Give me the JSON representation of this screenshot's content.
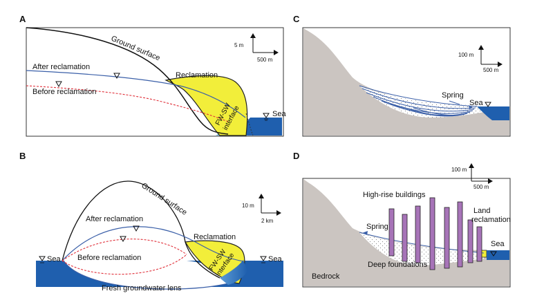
{
  "panels": {
    "A": {
      "letter": "A",
      "ground_surface": "Ground surface",
      "after": "After reclamation",
      "before": "Before reclamation",
      "reclamation": "Reclamation",
      "interface": [
        "FW-SW",
        "interface"
      ],
      "sea": "Sea",
      "scale_v": "5 m",
      "scale_h": "500 m"
    },
    "B": {
      "letter": "B",
      "ground_surface": "Ground surface",
      "after": "After reclamation",
      "before": "Before reclamation",
      "reclamation": "Reclamation",
      "interface": [
        "FW-SW",
        "interface"
      ],
      "sea_left": "Sea",
      "sea_right": "Sea",
      "lens": "Fresh groundwater lens",
      "scale_v": "10 m",
      "scale_h": "2 km"
    },
    "C": {
      "letter": "C",
      "spring": "Spring",
      "sea": "Sea",
      "scale_v": "100 m",
      "scale_h": "500 m"
    },
    "D": {
      "letter": "D",
      "buildings": "High-rise buildings",
      "land_reclamation": [
        "Land",
        "reclamation"
      ],
      "spring": "Spring",
      "sea": "Sea",
      "foundations": "Deep foundations",
      "bedrock": "Bedrock",
      "scale_v": "100 m",
      "scale_h": "500 m"
    }
  },
  "colors": {
    "sea": "#1f5fae",
    "sea_light": "#5b9bd5",
    "reclamation": "#f2ee3a",
    "bedrock": "#cbc5c1",
    "water_table_after": "#3a5fa8",
    "water_table_before": "#e0303a",
    "buildings": "#a774b8"
  }
}
